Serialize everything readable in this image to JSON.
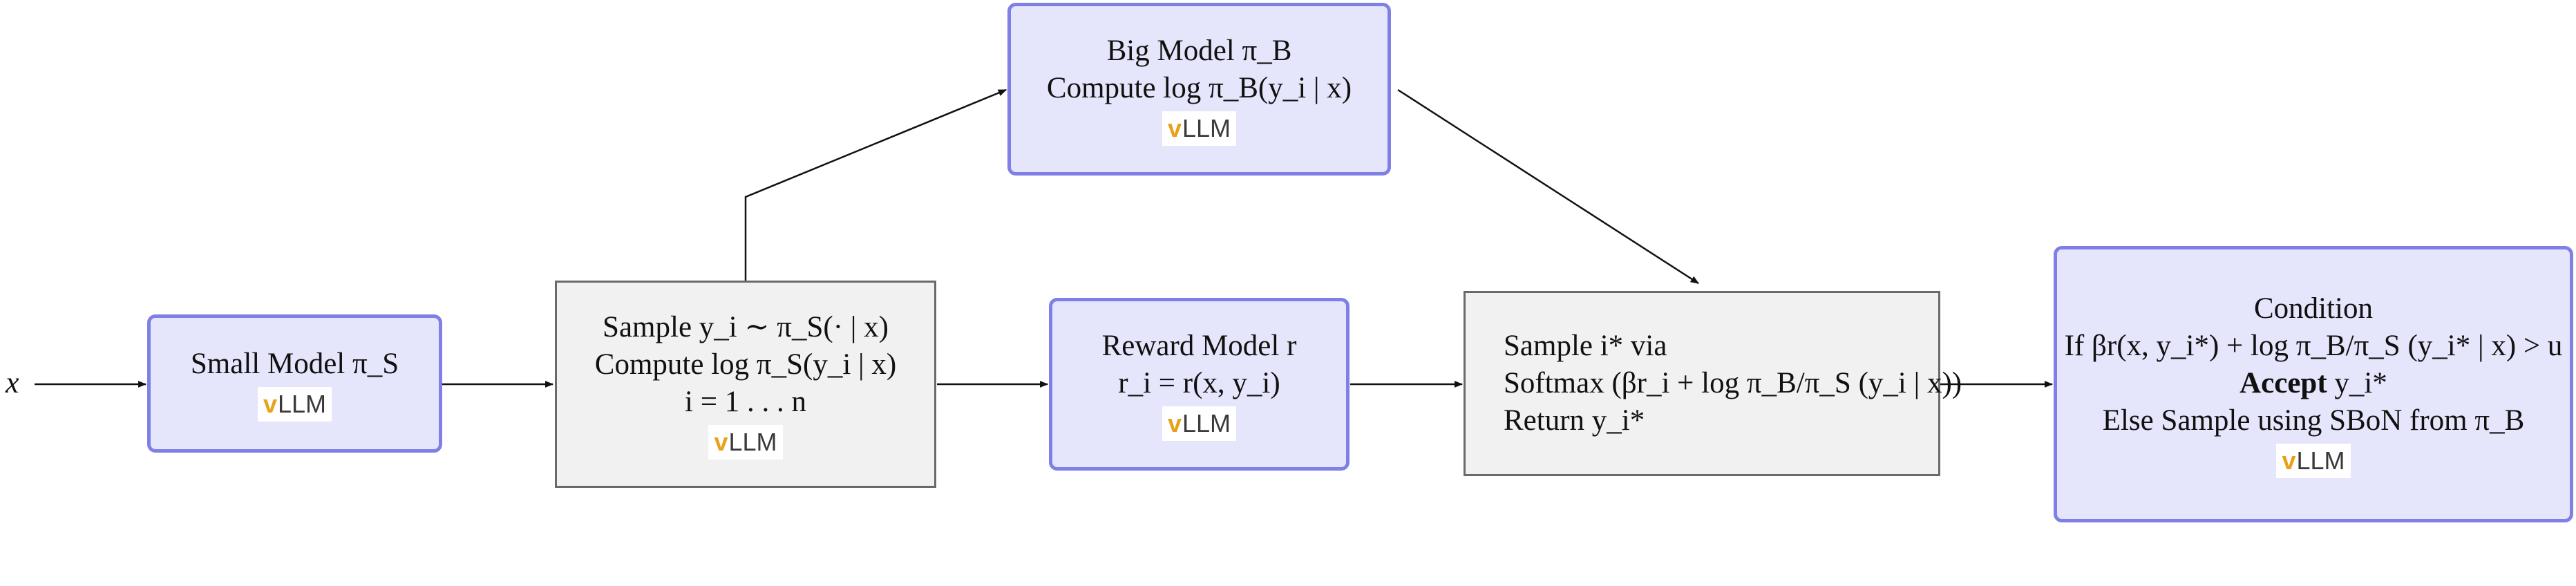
{
  "input_label": "x",
  "vllm": {
    "v": "v",
    "rest": "LLM"
  },
  "nodes": {
    "small_model": {
      "line1": "Small Model π_S"
    },
    "sampler": {
      "line1": "Sample y_i ∼ π_S(· | x)",
      "line2": "Compute log π_S(y_i | x)",
      "line3": "i = 1 . . . n"
    },
    "big_model": {
      "line1": "Big Model π_B",
      "line2": "Compute log π_B(y_i | x)"
    },
    "reward_model": {
      "line1": "Reward Model r",
      "line2": "r_i = r(x, y_i)"
    },
    "softmax_selector": {
      "line1": "Sample i* via",
      "line2": "Softmax (βr_i + log π_B/π_S (y_i | x))",
      "line3": "Return y_i*"
    },
    "condition": {
      "line1": "Condition",
      "line2": "If βr(x, y_i*) + log π_B/π_S (y_i* | x) >  u",
      "line3_bold": "Accept",
      "line3_rest": "y_i*",
      "line4": "Else Sample using SBoN from π_B"
    }
  }
}
